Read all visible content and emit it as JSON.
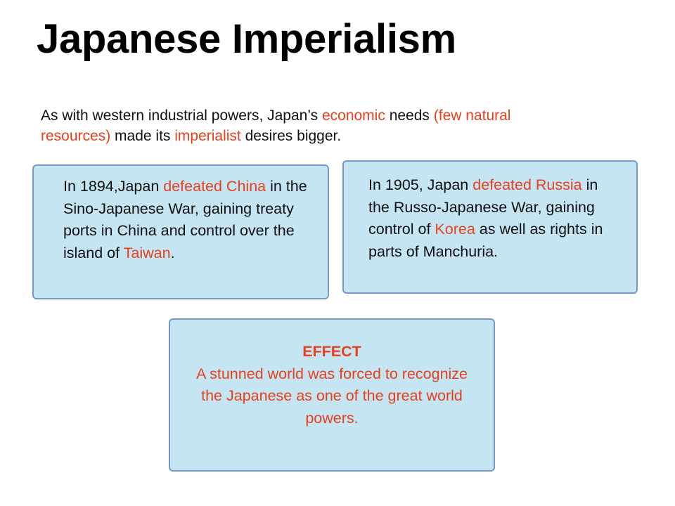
{
  "slide": {
    "title": "Japanese Imperialism",
    "accent_color": "#e8401c",
    "box_fill_color": "#c4e5f1",
    "box_border_color": "#7899c8"
  },
  "intro": {
    "part1": "As with western industrial powers, Japan’s ",
    "hl1": "economic",
    "part2": " needs ",
    "hl2": "(few natural resources)",
    "part3": " made its ",
    "hl3": "imperialist",
    "part4": " desires bigger."
  },
  "box_china": {
    "part1": "In 1894,Japan ",
    "hl1": "defeated China",
    "part2": " in the Sino-Japanese War, gaining treaty ports in China and control over the island of ",
    "hl2": "Taiwan",
    "part3": "."
  },
  "box_russia": {
    "part1": "In 1905, Japan ",
    "hl1": "defeated Russia",
    "part2": " in the Russo-Japanese War, gaining control of ",
    "hl2": "Korea",
    "part3": " as well as rights in parts of Manchuria."
  },
  "box_effect": {
    "heading": "EFFECT",
    "text": "A stunned world was forced to recognize the Japanese as one of the great world powers."
  }
}
